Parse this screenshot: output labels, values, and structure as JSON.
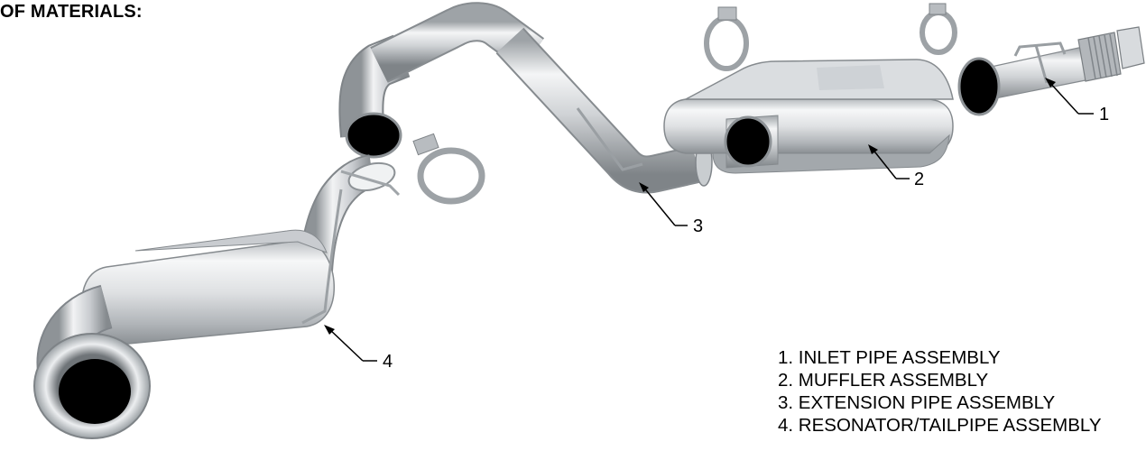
{
  "header": {
    "title": "OF MATERIALS:"
  },
  "callouts": [
    {
      "number": "1"
    },
    {
      "number": "2"
    },
    {
      "number": "3"
    },
    {
      "number": "4"
    }
  ],
  "parts_list": [
    "1. INLET PIPE ASSEMBLY",
    "2. MUFFLER ASSEMBLY",
    "3. EXTENSION PIPE ASSEMBLY",
    "4. RESONATOR/TAILPIPE ASSEMBLY"
  ],
  "colors": {
    "steel_light": "#eef0f2",
    "steel_mid": "#c4c8cc",
    "steel_dark": "#8d9296",
    "pipe_bore": "#000000"
  }
}
